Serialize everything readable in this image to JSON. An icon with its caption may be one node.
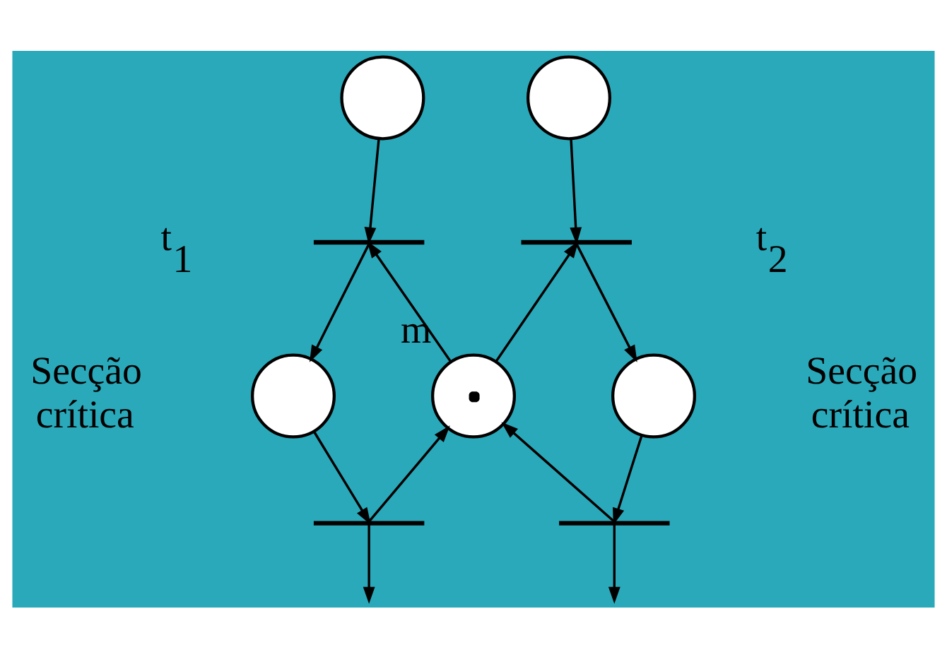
{
  "diagram": {
    "nodes": [
      {
        "text": [],
        "shape": "circle"
      },
      {
        "text": [],
        "shape": "circle"
      },
      {
        "text": [],
        "shape": "bar",
        "beside": [
          "t$_{1}$"
        ]
      },
      {
        "text": [],
        "shape": "bar",
        "beside": [
          "t$_{2}$"
        ]
      },
      {
        "text": [],
        "shape": "circle",
        "beside": [
          "Secção crítica"
        ]
      },
      {
        "text": [],
        "shape": "circle",
        "beside": [
          "m"
        ]
      },
      {
        "text": [],
        "shape": "circle",
        "beside": [
          "Secção crítica"
        ]
      },
      {
        "text": [],
        "shape": "bar"
      },
      {
        "text": [],
        "shape": "bar"
      }
    ],
    "edges": [
      {
        "from": 0,
        "to": 2,
        "arrow": "to"
      },
      {
        "from": 2,
        "to": 4,
        "arrow": "to"
      },
      {
        "from": 4,
        "to": 7,
        "arrow": "to"
      },
      {
        "from": 7,
        "to": null,
        "arrow": "to"
      },
      {
        "from": 1,
        "to": 3,
        "arrow": "to"
      },
      {
        "from": 3,
        "to": 6,
        "arrow": "to"
      },
      {
        "from": 6,
        "to": 8,
        "arrow": "to"
      },
      {
        "from": 8,
        "to": null,
        "arrow": "to"
      },
      {
        "from": 5,
        "to": 2,
        "arrow": "to"
      },
      {
        "from": 5,
        "to": 3,
        "arrow": "to"
      },
      {
        "from": 7,
        "to": 5,
        "arrow": "to"
      },
      {
        "from": 8,
        "to": 5,
        "arrow": "to"
      }
    ]
  }
}
